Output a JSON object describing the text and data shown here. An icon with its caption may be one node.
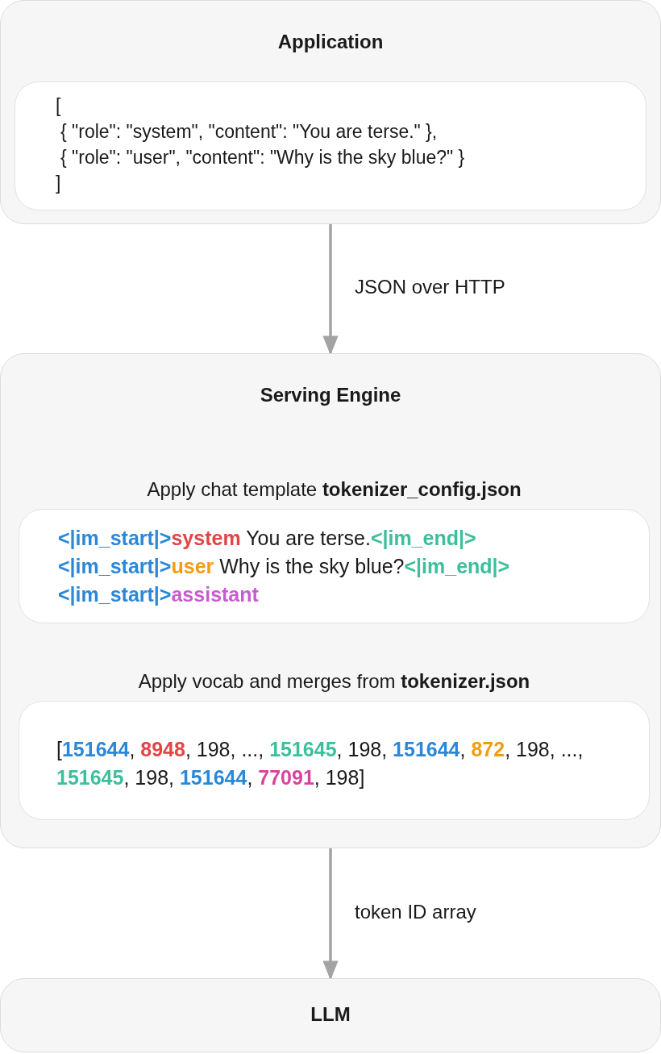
{
  "diagram": {
    "nodes": [
      {
        "text": [
          "Application"
        ]
      },
      {
        "text": [
          "[",
          "{ \"role\": \"system\", \"content\": \"You are terse.\" },",
          "{ \"role\": \"user\", \"content\": \"Why is the sky blue?\" }",
          "]"
        ],
        "in": 0
      },
      {
        "text": [
          "Serving Engine"
        ]
      },
      {
        "text": [
          "Apply chat template **tokenizer_config.json**",
          "**<|im_start|>****system** You are terse.**<|im_end|>** **<|im_start|>****user** Why is the sky blue?**<|im_end|>** **<|im_start|>****assistant**"
        ],
        "in": 2
      },
      {
        "text": [
          "Apply vocab and merges from **tokenizer.json**",
          "[**151644**, **8948**, 198, ..., **151645**, 198, **151644**, **872**, 198, ..., **151645**, 198, **151644**, **77091**, 198]"
        ],
        "in": 2
      },
      {
        "text": [
          "LLM"
        ]
      }
    ],
    "edges": [
      {
        "from": 0,
        "to": 2,
        "arrow": "to",
        "label": "JSON over HTTP"
      },
      {
        "from": 2,
        "to": 5,
        "arrow": "to",
        "label": "token ID array"
      }
    ]
  }
}
